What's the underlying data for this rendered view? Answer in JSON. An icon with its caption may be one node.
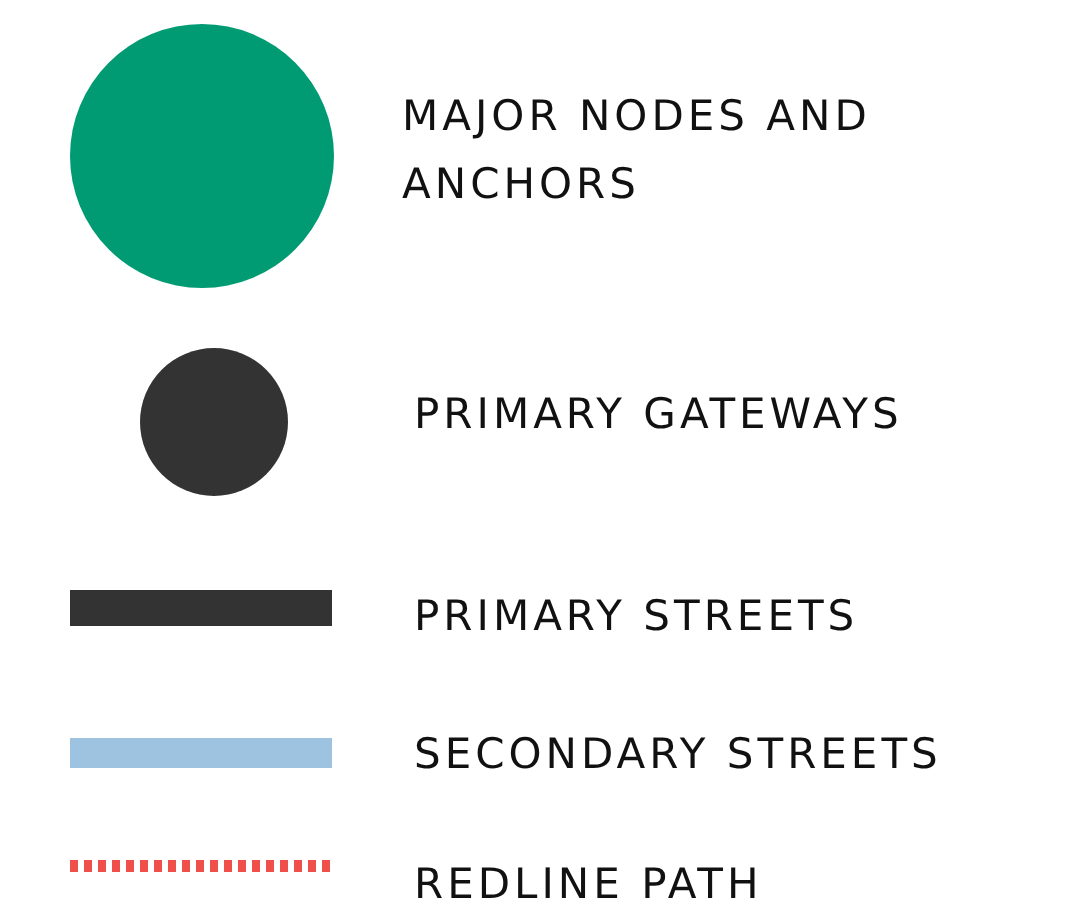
{
  "diagram": {
    "legend": [
      {
        "text": "MAJOR NODES AND ANCHORS",
        "color": "#009b72"
      },
      {
        "text": "PRIMARY GATEWAYS",
        "color": "#333333"
      },
      {
        "text": "PRIMARY STREETS",
        "color": "#333333"
      },
      {
        "text": "SECONDARY STREETS",
        "color": "#9ec3e0"
      },
      {
        "text": "REDLINE PATH",
        "color": "#f0504a"
      }
    ]
  }
}
